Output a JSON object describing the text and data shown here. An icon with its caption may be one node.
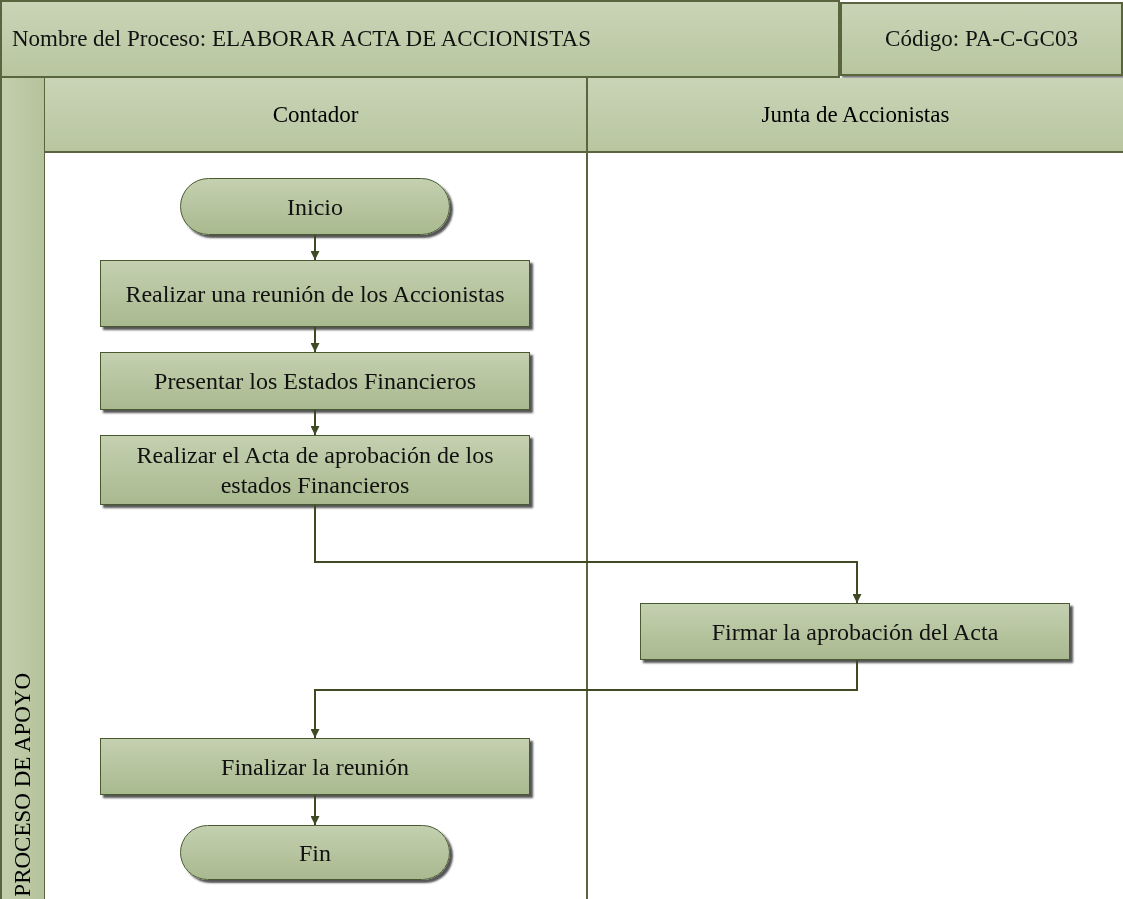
{
  "diagram": {
    "nodes": [
      {
        "text": [
          "Nombre del Proceso: ELABORAR ACTA DE ACCIONISTAS"
        ]
      },
      {
        "text": [
          "Código: PA-C-GC03"
        ]
      },
      {
        "text": [
          "PROCESO DE APOYO"
        ]
      },
      {
        "text": [
          "Contador"
        ],
        "in": 2
      },
      {
        "text": [
          "Junta de Accionistas"
        ],
        "in": 2
      },
      {
        "text": [
          "Inicio"
        ],
        "in": 3
      },
      {
        "text": [
          "Realizar una reunión de los Accionistas"
        ],
        "in": 3
      },
      {
        "text": [
          "Presentar los Estados Financieros"
        ],
        "in": 3
      },
      {
        "text": [
          "Realizar el Acta de aprobación de los estados Financieros"
        ],
        "in": 3
      },
      {
        "text": [
          "Firmar la aprobación del Acta"
        ],
        "in": 4
      },
      {
        "text": [
          "Finalizar la reunión"
        ],
        "in": 3
      },
      {
        "text": [
          "Fin"
        ],
        "in": 3
      }
    ],
    "edges": [
      {
        "from": 5,
        "to": 6,
        "arrow": "to"
      },
      {
        "from": 6,
        "to": 7,
        "arrow": "to"
      },
      {
        "from": 7,
        "to": 8,
        "arrow": "to"
      },
      {
        "from": 8,
        "to": 9,
        "arrow": "to"
      },
      {
        "from": 9,
        "to": 10,
        "arrow": "to"
      },
      {
        "from": 10,
        "to": 11,
        "arrow": "to"
      }
    ]
  }
}
